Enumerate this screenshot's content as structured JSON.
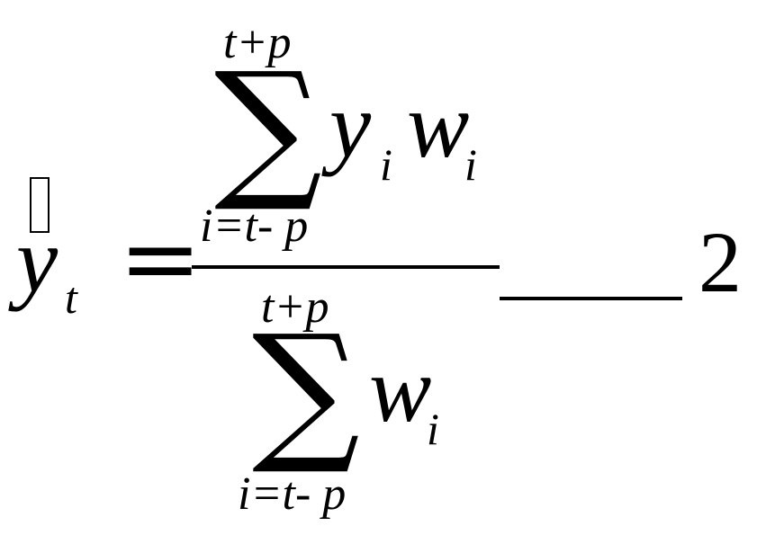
{
  "formula": {
    "lhs": {
      "hat_glyph": "",
      "base": "y",
      "sub": "t"
    },
    "equals": "=",
    "numerator": {
      "sum_sign": "∑",
      "upper_limit": "t+p",
      "lower_limit": "i=t- p",
      "terms": [
        {
          "base": "y",
          "sub": "i"
        },
        {
          "base": "w",
          "sub": "i"
        }
      ]
    },
    "denominator": {
      "sum_sign": "∑",
      "upper_limit": "t+p",
      "lower_limit": "i=t- p",
      "terms": [
        {
          "base": "w",
          "sub": "i"
        }
      ]
    },
    "trailing_number": "2"
  }
}
